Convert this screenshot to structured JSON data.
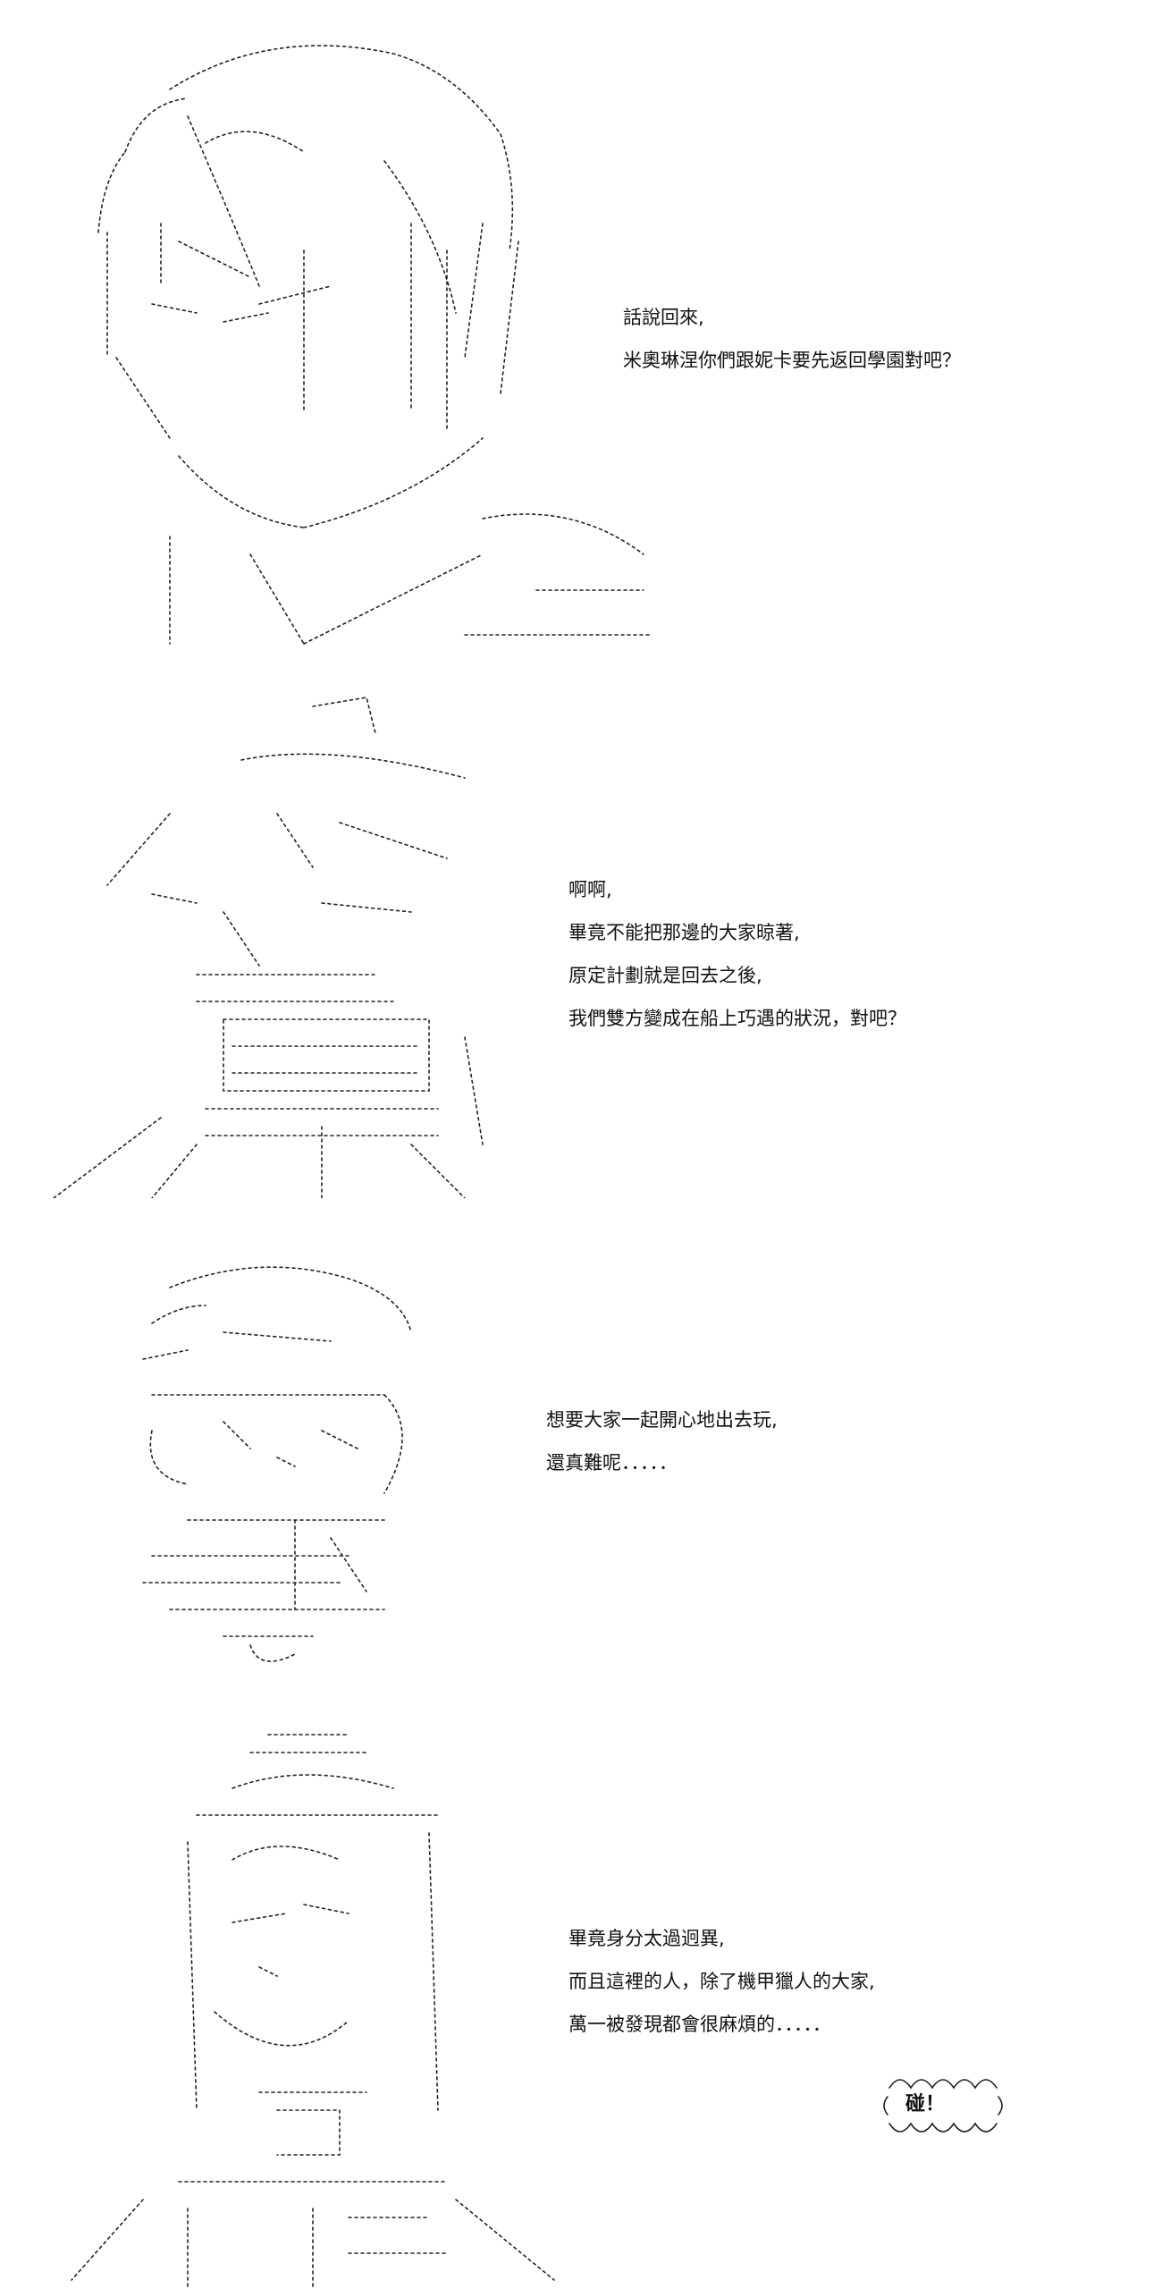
{
  "panels": [
    {
      "lines": [
        "話說回來,",
        "米奧琳涅你們跟妮卡要先返回學園對吧？"
      ]
    },
    {
      "lines": [
        "啊啊,",
        "畢竟不能把那邊的大家晾著,",
        "原定計劃就是回去之後,",
        "我們雙方變成在船上巧遇的狀況，對吧？"
      ]
    },
    {
      "lines": [
        "想要大家一起開心地出去玩,",
        "還真難呢．．．．．"
      ]
    },
    {
      "lines": [
        "畢竟身分太過迥異,",
        "而且這裡的人，除了機甲獵人的大家,",
        "萬一被發現都會很麻煩的．．．．．"
      ]
    }
  ],
  "sfx": {
    "text": "碰！"
  }
}
